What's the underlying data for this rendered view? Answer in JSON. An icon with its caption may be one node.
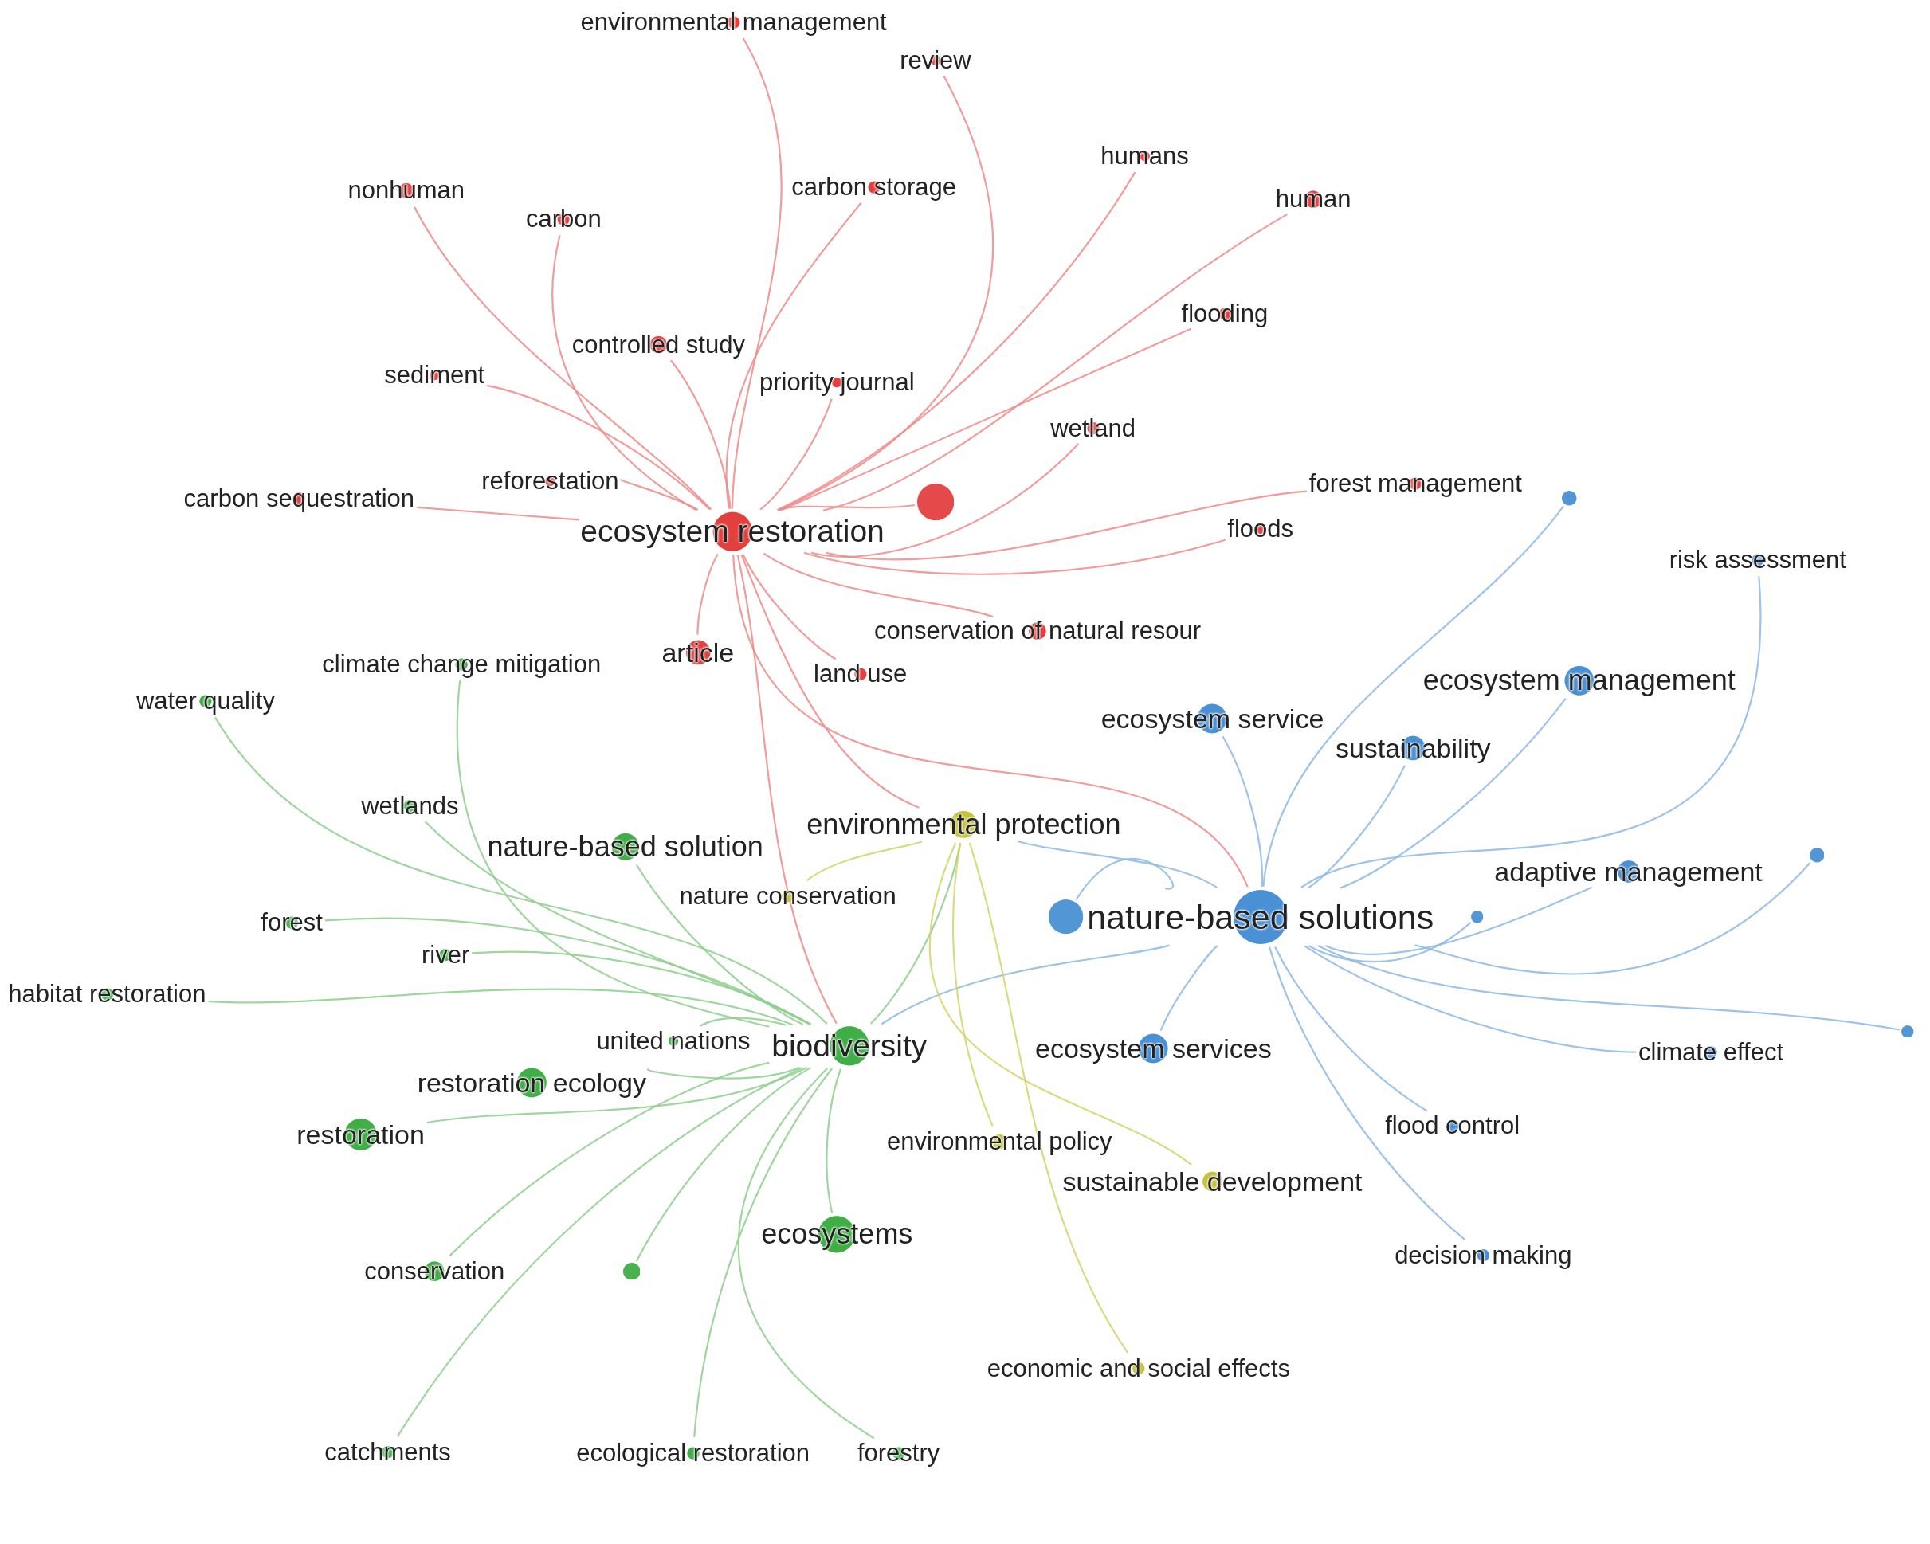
{
  "diagram": {
    "nodes": [
      {
        "text": [
          "environmental management"
        ]
      },
      {
        "text": [
          "review"
        ]
      },
      {
        "text": [
          "humans"
        ]
      },
      {
        "text": [
          "carbon storage"
        ]
      },
      {
        "text": [
          "nonhuman"
        ]
      },
      {
        "text": [
          "human"
        ]
      },
      {
        "text": [
          "carbon"
        ]
      },
      {
        "text": [
          "flooding"
        ]
      },
      {
        "text": [
          "controlled study"
        ]
      },
      {
        "text": [
          "sediment"
        ]
      },
      {
        "text": [
          "priority journal"
        ]
      },
      {
        "text": [
          "wetland"
        ]
      },
      {
        "text": [
          "reforestation"
        ]
      },
      {
        "text": [
          "forest management"
        ]
      },
      {
        "text": [
          "carbon sequestration"
        ]
      },
      {
        "text": [],
        "shape": "circle"
      },
      {
        "text": [],
        "shape": "circle"
      },
      {
        "text": [
          "floods"
        ]
      },
      {
        "text": [
          "ecosystem restoration"
        ]
      },
      {
        "text": [
          "risk assessment"
        ]
      },
      {
        "text": [
          "conservation of natural resour"
        ]
      },
      {
        "text": [
          "article"
        ]
      },
      {
        "text": [
          "climate change mitigation"
        ]
      },
      {
        "text": [
          "land use"
        ]
      },
      {
        "text": [
          "ecosystem management"
        ]
      },
      {
        "text": [
          "water quality"
        ]
      },
      {
        "text": [
          "ecosystem service"
        ]
      },
      {
        "text": [
          "sustainability"
        ]
      },
      {
        "text": [
          "wetlands"
        ]
      },
      {
        "text": [
          "environmental protection"
        ]
      },
      {
        "text": [
          "nature-based solution"
        ]
      },
      {
        "text": [],
        "shape": "circle"
      },
      {
        "text": [
          "adaptive management"
        ]
      },
      {
        "text": [
          "nature conservation"
        ]
      },
      {
        "text": [],
        "shape": "circle"
      },
      {
        "text": [
          "nature-based solutions"
        ]
      },
      {
        "text": [],
        "shape": "circle"
      },
      {
        "text": [
          "forest"
        ]
      },
      {
        "text": [
          "river"
        ]
      },
      {
        "text": [
          "habitat restoration"
        ]
      },
      {
        "text": [],
        "shape": "circle"
      },
      {
        "text": [
          "united nations"
        ]
      },
      {
        "text": [
          "biodiversity"
        ]
      },
      {
        "text": [
          "ecosystem services"
        ]
      },
      {
        "text": [
          "climate effect"
        ]
      },
      {
        "text": [
          "restoration ecology"
        ]
      },
      {
        "text": [
          "flood control"
        ]
      },
      {
        "text": [
          "restoration"
        ]
      },
      {
        "text": [
          "environmental policy"
        ]
      },
      {
        "text": [
          "sustainable development"
        ]
      },
      {
        "text": [
          "ecosystems"
        ]
      },
      {
        "text": [
          "decision making"
        ]
      },
      {
        "text": [
          "conservation"
        ]
      },
      {
        "text": [],
        "shape": "circle"
      },
      {
        "text": [
          "economic and social effects"
        ]
      },
      {
        "text": [
          "catchments"
        ]
      },
      {
        "text": [
          "ecological restoration"
        ]
      },
      {
        "text": [
          "forestry"
        ]
      }
    ],
    "edges": [
      {
        "from": 18,
        "to": 0,
        "arrow": "none"
      },
      {
        "from": 18,
        "to": 1,
        "arrow": "none"
      },
      {
        "from": 18,
        "to": 2,
        "arrow": "none"
      },
      {
        "from": 18,
        "to": 3,
        "arrow": "none"
      },
      {
        "from": 18,
        "to": 4,
        "arrow": "none"
      },
      {
        "from": 18,
        "to": 5,
        "arrow": "none"
      },
      {
        "from": 18,
        "to": 6,
        "arrow": "none"
      },
      {
        "from": 18,
        "to": 7,
        "arrow": "none"
      },
      {
        "from": 18,
        "to": 8,
        "arrow": "none"
      },
      {
        "from": 18,
        "to": 9,
        "arrow": "none"
      },
      {
        "from": 18,
        "to": 10,
        "arrow": "none"
      },
      {
        "from": 18,
        "to": 11,
        "arrow": "none"
      },
      {
        "from": 18,
        "to": 12,
        "arrow": "none"
      },
      {
        "from": 18,
        "to": 13,
        "arrow": "none"
      },
      {
        "from": 18,
        "to": 14,
        "arrow": "none"
      },
      {
        "from": 18,
        "to": 16,
        "arrow": "none"
      },
      {
        "from": 18,
        "to": 17,
        "arrow": "none"
      },
      {
        "from": 18,
        "to": 20,
        "arrow": "none"
      },
      {
        "from": 18,
        "to": 21,
        "arrow": "none"
      },
      {
        "from": 18,
        "to": 23,
        "arrow": "none"
      },
      {
        "from": 18,
        "to": 29,
        "arrow": "none"
      },
      {
        "from": 18,
        "to": 35,
        "arrow": "none"
      },
      {
        "from": 18,
        "to": 42,
        "arrow": "none"
      },
      {
        "from": 35,
        "to": 15,
        "arrow": "none",
        "color": "#8cb9e6"
      },
      {
        "from": 35,
        "to": 19,
        "arrow": "none",
        "color": "#8cb9e6"
      },
      {
        "from": 35,
        "to": 24,
        "arrow": "none",
        "color": "#8cb9e6"
      },
      {
        "from": 35,
        "to": 26,
        "arrow": "none",
        "color": "#8cb9e6"
      },
      {
        "from": 35,
        "to": 27,
        "arrow": "none",
        "color": "#8cb9e6"
      },
      {
        "from": 35,
        "to": 29,
        "arrow": "none",
        "color": "#8cb9e6"
      },
      {
        "from": 35,
        "to": 31,
        "arrow": "none",
        "color": "#8cb9e6"
      },
      {
        "from": 35,
        "to": 32,
        "arrow": "none",
        "color": "#8cb9e6"
      },
      {
        "from": 35,
        "to": 34,
        "arrow": "none",
        "color": "#8cb9e6"
      },
      {
        "from": 35,
        "to": 36,
        "arrow": "none",
        "color": "#8cb9e6"
      },
      {
        "from": 35,
        "to": 40,
        "arrow": "none",
        "color": "#8cb9e6"
      },
      {
        "from": 35,
        "to": 42,
        "arrow": "none",
        "color": "#8cb9e6"
      },
      {
        "from": 35,
        "to": 43,
        "arrow": "none",
        "color": "#8cb9e6"
      },
      {
        "from": 35,
        "to": 44,
        "arrow": "none",
        "color": "#8cb9e6"
      },
      {
        "from": 35,
        "to": 46,
        "arrow": "none",
        "color": "#8cb9e6"
      },
      {
        "from": 35,
        "to": 51,
        "arrow": "none",
        "color": "#8cb9e6"
      },
      {
        "from": 42,
        "to": 22,
        "arrow": "none",
        "color": "#8dcf8d"
      },
      {
        "from": 42,
        "to": 25,
        "arrow": "none",
        "color": "#8dcf8d"
      },
      {
        "from": 42,
        "to": 28,
        "arrow": "none",
        "color": "#8dcf8d"
      },
      {
        "from": 42,
        "to": 29,
        "arrow": "none",
        "color": "#8dcf8d"
      },
      {
        "from": 42,
        "to": 30,
        "arrow": "none",
        "color": "#8dcf8d"
      },
      {
        "from": 42,
        "to": 37,
        "arrow": "none",
        "color": "#8dcf8d"
      },
      {
        "from": 42,
        "to": 38,
        "arrow": "none",
        "color": "#8dcf8d"
      },
      {
        "from": 42,
        "to": 39,
        "arrow": "none",
        "color": "#8dcf8d"
      },
      {
        "from": 42,
        "to": 41,
        "arrow": "none",
        "color": "#8dcf8d"
      },
      {
        "from": 42,
        "to": 45,
        "arrow": "none",
        "color": "#8dcf8d"
      },
      {
        "from": 42,
        "to": 47,
        "arrow": "none",
        "color": "#8dcf8d"
      },
      {
        "from": 42,
        "to": 50,
        "arrow": "none",
        "color": "#8dcf8d"
      },
      {
        "from": 42,
        "to": 52,
        "arrow": "none",
        "color": "#8dcf8d"
      },
      {
        "from": 42,
        "to": 53,
        "arrow": "none",
        "color": "#8dcf8d"
      },
      {
        "from": 42,
        "to": 55,
        "arrow": "none",
        "color": "#8dcf8d"
      },
      {
        "from": 42,
        "to": 56,
        "arrow": "none",
        "color": "#8dcf8d"
      },
      {
        "from": 42,
        "to": 57,
        "arrow": "none",
        "color": "#8dcf8d"
      },
      {
        "from": 29,
        "to": 33,
        "arrow": "none",
        "color": "#d4d46a"
      },
      {
        "from": 29,
        "to": 48,
        "arrow": "none",
        "color": "#d4d46a"
      },
      {
        "from": 29,
        "to": 49,
        "arrow": "none",
        "color": "#d4d46a"
      },
      {
        "from": 29,
        "to": 54,
        "arrow": "none",
        "color": "#d4d46a"
      }
    ]
  }
}
